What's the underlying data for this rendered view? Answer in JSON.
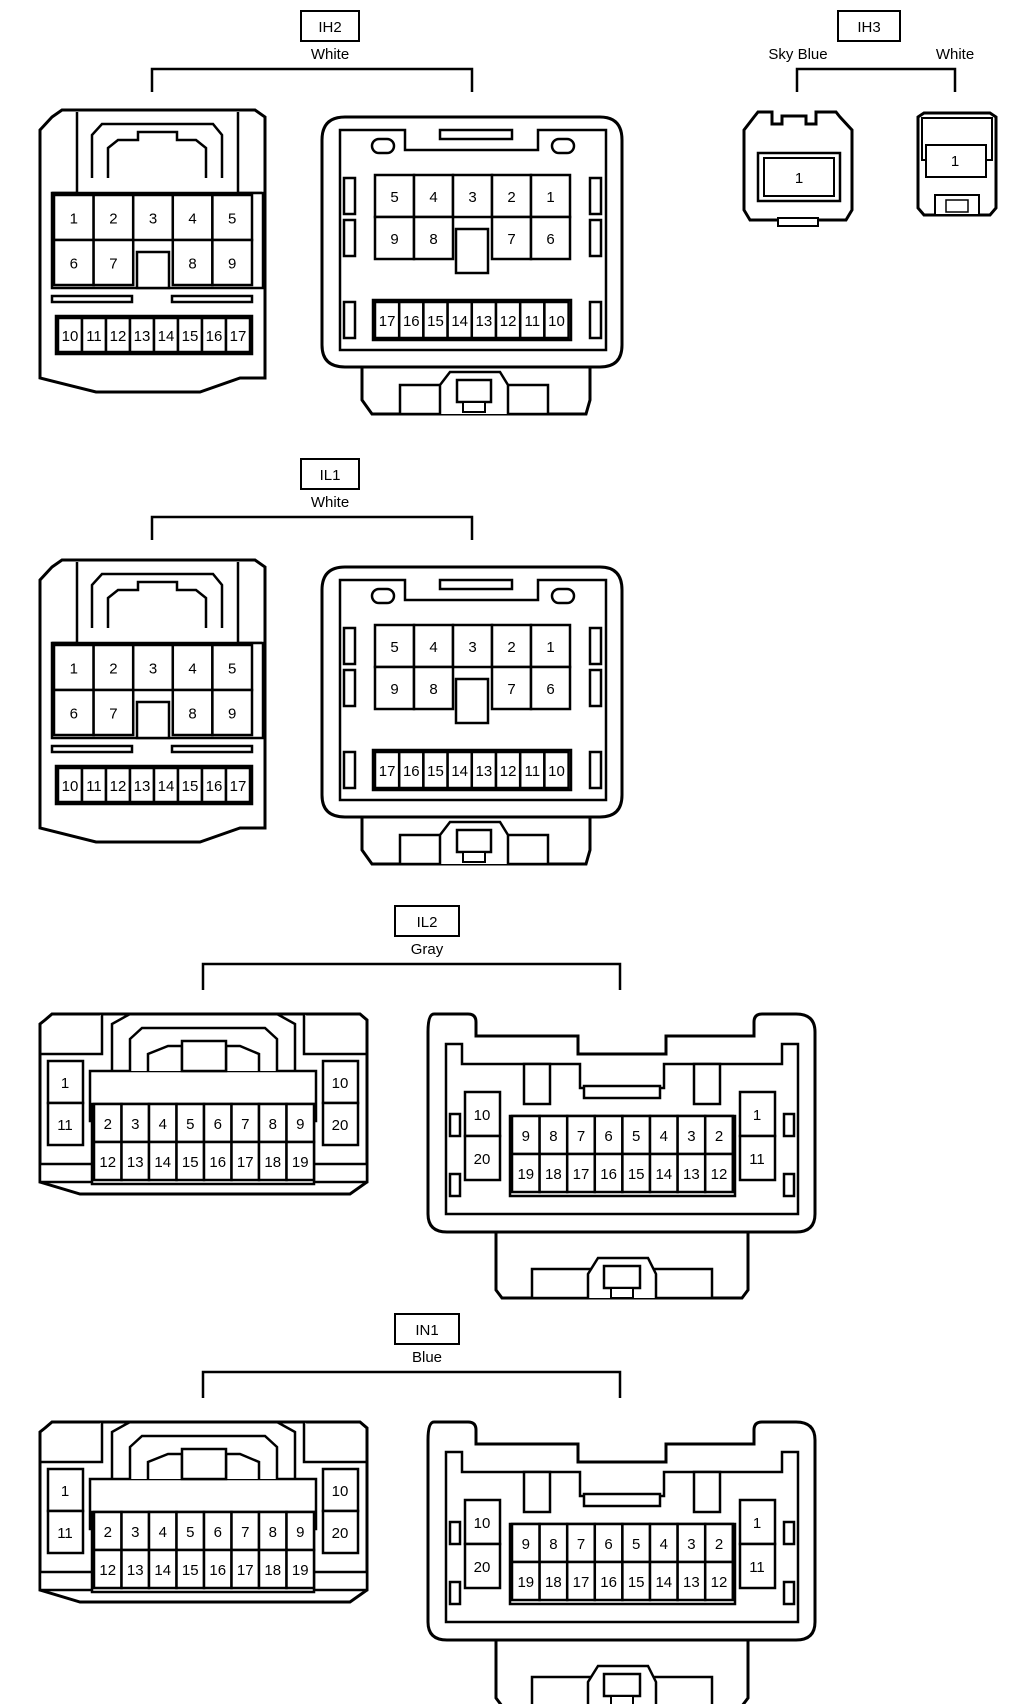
{
  "groups": {
    "ih2": {
      "code": "IH2",
      "color": "White"
    },
    "ih3": {
      "code": "IH3",
      "color_left": "Sky Blue",
      "color_right": "White"
    },
    "il1": {
      "code": "IL1",
      "color": "White"
    },
    "il2": {
      "code": "IL2",
      "color": "Gray"
    },
    "in1": {
      "code": "IN1",
      "color": "Blue"
    }
  },
  "pins": {
    "p17_male_top": [
      "1",
      "2",
      "3",
      "4",
      "5"
    ],
    "p17_male_mid": [
      "6",
      "7",
      "8",
      "9"
    ],
    "p17_male_bottom": [
      "10",
      "11",
      "12",
      "13",
      "14",
      "15",
      "16",
      "17"
    ],
    "p17_female_top": [
      "5",
      "4",
      "3",
      "2",
      "1"
    ],
    "p17_female_mid": [
      "9",
      "8",
      "7",
      "6"
    ],
    "p17_female_bottom": [
      "17",
      "16",
      "15",
      "14",
      "13",
      "12",
      "11",
      "10"
    ],
    "ih3_single": "1",
    "p20_male_left": [
      "1",
      "11"
    ],
    "p20_male_right": [
      "10",
      "20"
    ],
    "p20_male_top": [
      "2",
      "3",
      "4",
      "5",
      "6",
      "7",
      "8",
      "9"
    ],
    "p20_male_bottom": [
      "12",
      "13",
      "14",
      "15",
      "16",
      "17",
      "18",
      "19"
    ],
    "p20_female_left": [
      "10",
      "20"
    ],
    "p20_female_right": [
      "1",
      "11"
    ],
    "p20_female_top": [
      "9",
      "8",
      "7",
      "6",
      "5",
      "4",
      "3",
      "2"
    ],
    "p20_female_bottom": [
      "19",
      "18",
      "17",
      "16",
      "15",
      "14",
      "13",
      "12"
    ]
  }
}
